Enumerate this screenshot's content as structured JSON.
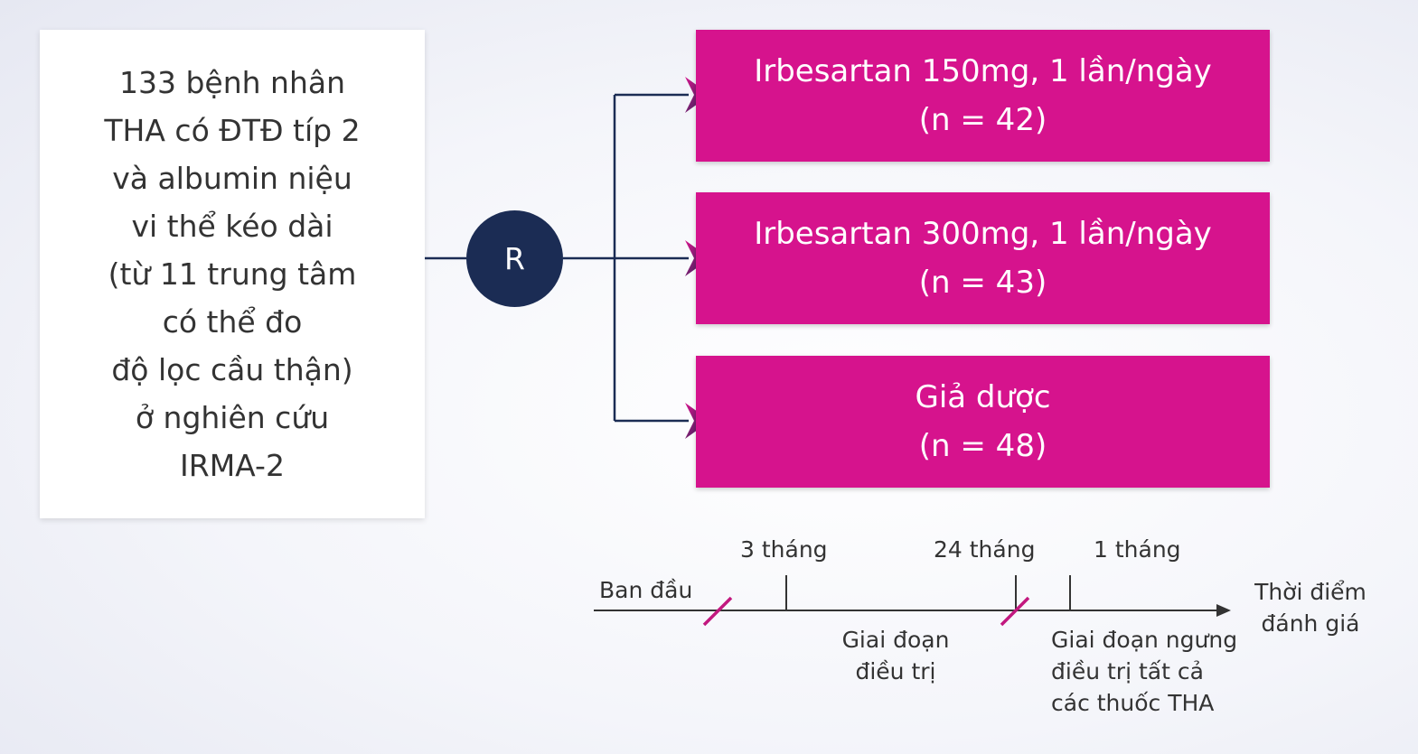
{
  "patients": {
    "lines": [
      "133 bệnh nhân",
      "THA có ĐTĐ típ 2",
      "và albumin niệu",
      "vi thể kéo dài",
      "(từ 11 trung tâm",
      "có thể đo",
      "độ lọc cầu thận)",
      "ở nghiên cứu",
      "IRMA-2"
    ]
  },
  "randomization": {
    "label": "R"
  },
  "arms": [
    {
      "title": "Irbesartan 150mg, 1 lần/ngày",
      "n": "(n = 42)"
    },
    {
      "title": "Irbesartan 300mg, 1 lần/ngày",
      "n": "(n = 43)"
    },
    {
      "title": "Giả dược",
      "n": "(n = 48)"
    }
  ],
  "timeline": {
    "baseline": "Ban đầu",
    "month3": "3 tháng",
    "month24": "24 tháng",
    "month1": "1 tháng",
    "treatment_phase": [
      "Giai đoạn",
      "điều trị"
    ],
    "washout_phase": [
      "Giai đoạn ngưng",
      "điều trị tất cả",
      "các thuốc THA"
    ],
    "assessment": [
      "Thời điểm",
      "đánh giá"
    ]
  },
  "colors": {
    "arm": "#d6138d",
    "navy": "#1b2c54",
    "break_mark": "#c2187f"
  }
}
